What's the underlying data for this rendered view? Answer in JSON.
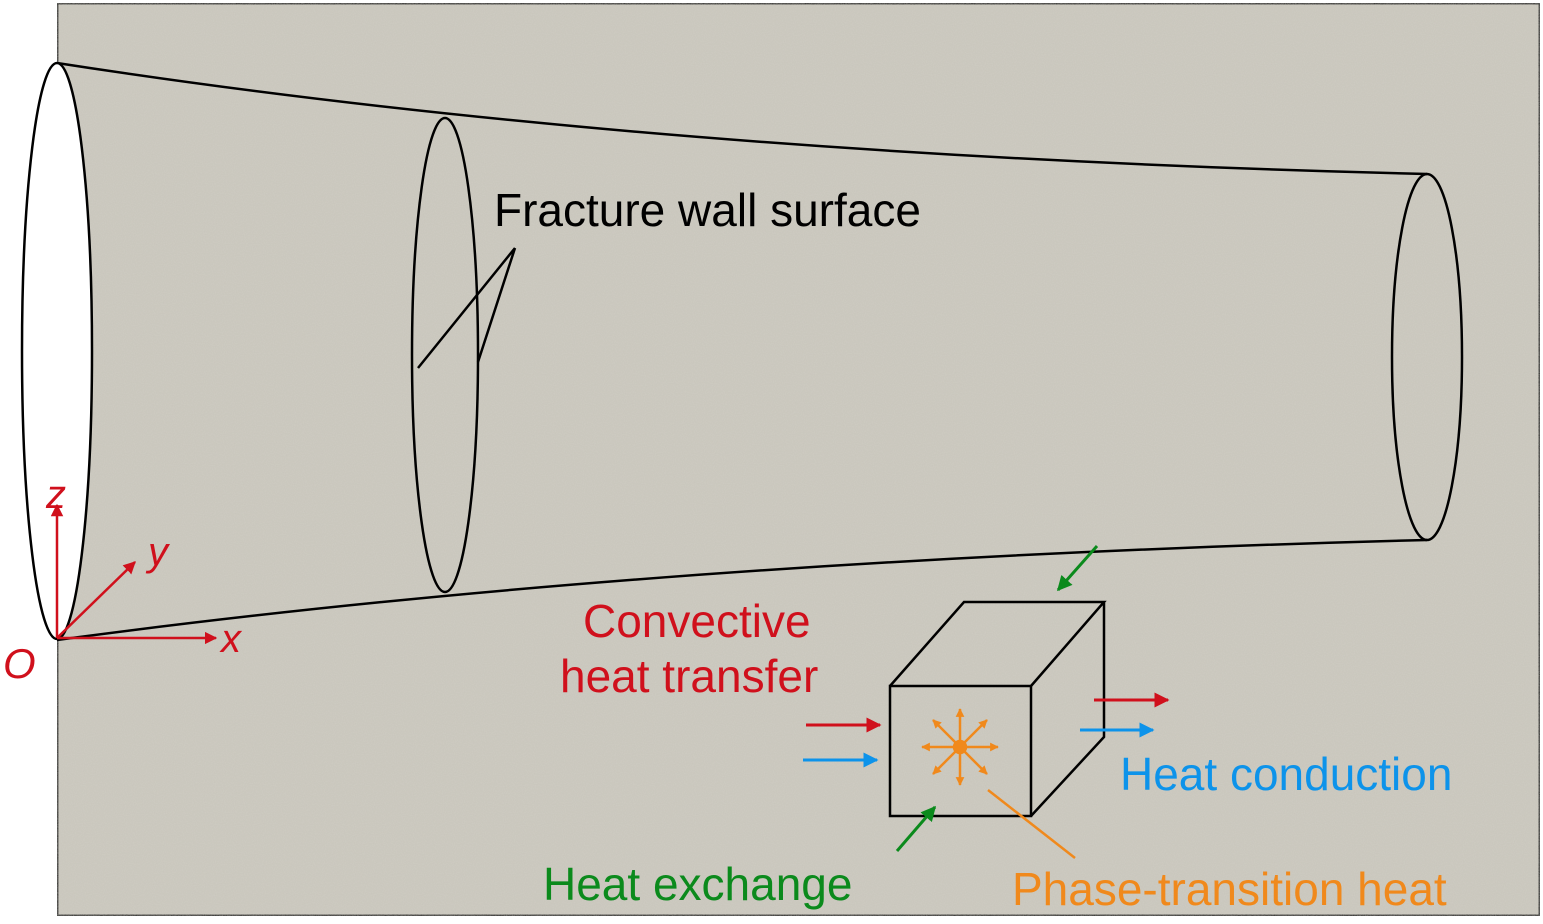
{
  "labels": {
    "fracture_wall": "Fracture wall surface",
    "convective_line1": "Convective",
    "convective_line2": "heat transfer",
    "heat_conduction": "Heat conduction",
    "heat_exchange": "Heat exchange",
    "phase_transition": "Phase-transition heat"
  },
  "axes": {
    "origin": "O",
    "x": "x",
    "y": "y",
    "z": "z"
  },
  "colors": {
    "background": "#c7c4ba",
    "axis": "#d0101c",
    "convective": "#d0101c",
    "conduction": "#0d93ea",
    "exchange": "#0b8a1c",
    "phase": "#f0891c",
    "outline": "#000000"
  }
}
